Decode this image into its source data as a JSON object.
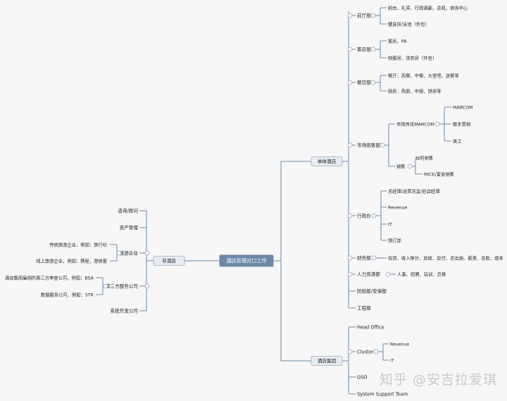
{
  "root": "酒店管理对口工作",
  "left": [
    {
      "label": "非酒店",
      "children": [
        {
          "label": "咨询/顾问"
        },
        {
          "label": "资产管理"
        },
        {
          "label": "旅游企业",
          "children": [
            {
              "label": "传统旅游企业，例如：旅行社"
            },
            {
              "label": "线上旅游企业，例如：携程，游侠客"
            }
          ]
        },
        {
          "label": "第三方服务公司",
          "children": [
            {
              "label": "酒店集团雇佣的第三方审查公司，例如：BSA"
            },
            {
              "label": "数据服务公司，例如：STR"
            }
          ]
        },
        {
          "label": "系统开发公司"
        }
      ]
    }
  ],
  "right": [
    {
      "label": "单体酒店",
      "children": [
        {
          "label": "前厅部",
          "children": [
            {
              "label": "前台、礼宾、行政酒廊、总机、商务中心"
            },
            {
              "label": "健身房/泳池（外包）"
            }
          ]
        },
        {
          "label": "客房部",
          "children": [
            {
              "label": "客房、PA"
            },
            {
              "label": "制服房、洗衣房（外包）"
            }
          ]
        },
        {
          "label": "餐饮部",
          "children": [
            {
              "label": "餐厅：西餐、中餐、大堂吧、送餐等"
            },
            {
              "label": "厨房：西厨、中厨、饼房等"
            }
          ]
        },
        {
          "label": "市场销售部",
          "children": [
            {
              "label": "市场传讯MARCOM",
              "children": [
                {
                  "label": "MARCOM"
                },
                {
                  "label": "数字营销"
                },
                {
                  "label": "美工"
                }
              ]
            },
            {
              "label": "销售",
              "children": [
                {
                  "label": "公司销售"
                },
                {
                  "label": "MICE/宴会销售"
                }
              ]
            }
          ]
        },
        {
          "label": "行政办",
          "children": [
            {
              "label": "总经理/运营总监/驻店经理"
            },
            {
              "label": "Revenue"
            },
            {
              "label": "IT"
            },
            {
              "label": "预订部"
            }
          ]
        },
        {
          "label": "财务部",
          "children": [
            {
              "label": "信贷、收入审计、应收、应付、总出纳、薪资、总账、成本"
            }
          ]
        },
        {
          "label": "人力资源部",
          "children": [
            {
              "label": "人事、招聘、培训、员餐"
            }
          ]
        },
        {
          "label": "防损部/安保部"
        },
        {
          "label": "工程部"
        }
      ]
    },
    {
      "label": "酒店集团",
      "children": [
        {
          "label": "Head Office"
        },
        {
          "label": "Cluster",
          "children": [
            {
              "label": "Revenue"
            },
            {
              "label": "IT"
            }
          ]
        },
        {
          "label": "GSO"
        },
        {
          "label": "System Support Team"
        }
      ]
    }
  ],
  "watermark": "知乎 @安吉拉爱琪",
  "colors": {
    "line": "#6d88a8",
    "root_fill": "#6d88a8",
    "box_fill": "#e7ecf2",
    "text": "#222222"
  }
}
